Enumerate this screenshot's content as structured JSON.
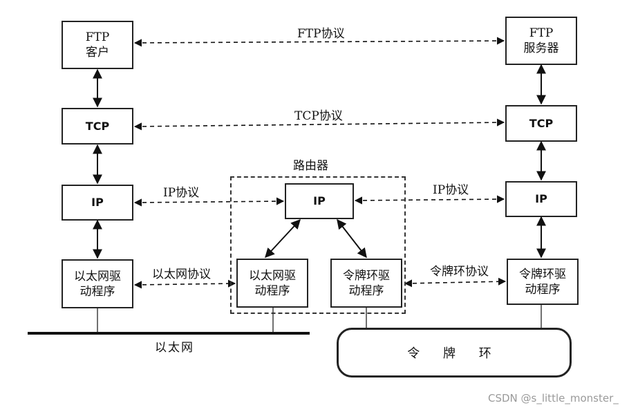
{
  "boxes": {
    "ftp_client": "FTP\n客户",
    "ftp_server": "FTP\n服务器",
    "tcp_left": "TCP",
    "tcp_right": "TCP",
    "ip_left": "IP",
    "ip_router": "IP",
    "ip_right": "IP",
    "eth_driver_left": "以太网驱\n动程序",
    "eth_driver_router": "以太网驱\n动程序",
    "token_driver_router": "令牌环驱\n动程序",
    "token_driver_right": "令牌环驱\n动程序"
  },
  "protocols": {
    "ftp": "FTP协议",
    "tcp": "TCP协议",
    "ip_left": "IP协议",
    "ip_right": "IP协议",
    "ethernet": "以太网协议",
    "token_ring": "令牌环协议"
  },
  "router_label": "路由器",
  "ethernet_label": "以太网",
  "token_ring_label": "令 牌 环",
  "watermark": "CSDN @s_little_monster_"
}
